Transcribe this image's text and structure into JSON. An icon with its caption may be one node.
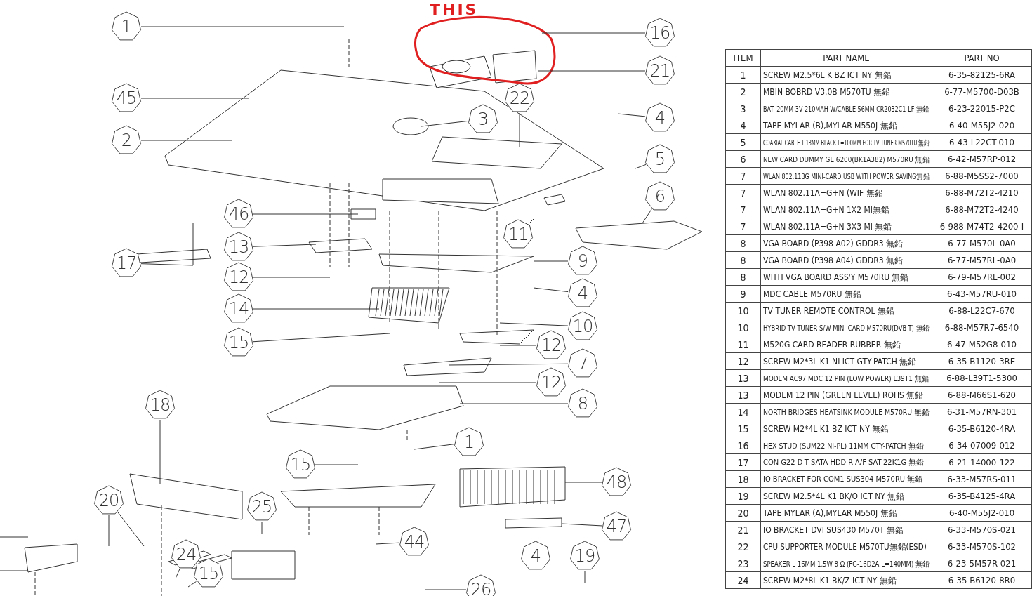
{
  "diagram": {
    "nodes": [
      {
        "text": [
          "1"
        ]
      },
      {
        "text": [
          "16"
        ]
      },
      {
        "text": [
          "21"
        ]
      },
      {
        "text": [
          "45"
        ]
      },
      {
        "text": [
          "22"
        ]
      },
      {
        "text": [
          "3"
        ]
      },
      {
        "text": [
          "4"
        ]
      },
      {
        "text": [
          "2"
        ]
      },
      {
        "text": [
          "5"
        ]
      },
      {
        "text": [
          "6"
        ]
      },
      {
        "text": [
          "46"
        ]
      },
      {
        "text": [
          "11"
        ]
      },
      {
        "text": [
          "13"
        ]
      },
      {
        "text": [
          "17"
        ]
      },
      {
        "text": [
          "9"
        ]
      },
      {
        "text": [
          "12"
        ]
      },
      {
        "text": [
          "4"
        ]
      },
      {
        "text": [
          "14"
        ]
      },
      {
        "text": [
          "10"
        ]
      },
      {
        "text": [
          "15"
        ]
      },
      {
        "text": [
          "12"
        ]
      },
      {
        "text": [
          "7"
        ]
      },
      {
        "text": [
          "12"
        ]
      },
      {
        "text": [
          "8"
        ]
      },
      {
        "text": [
          "18"
        ]
      },
      {
        "text": [
          "1"
        ]
      },
      {
        "text": [
          "15"
        ]
      },
      {
        "text": [
          "48"
        ]
      },
      {
        "text": [
          "20"
        ]
      },
      {
        "text": [
          "25"
        ]
      },
      {
        "text": [
          "47"
        ]
      },
      {
        "text": [
          "44"
        ]
      },
      {
        "text": [
          "4"
        ]
      },
      {
        "text": [
          "19"
        ]
      },
      {
        "text": [
          "24"
        ]
      },
      {
        "text": [
          "15"
        ]
      },
      {
        "text": [
          "26"
        ]
      }
    ],
    "edges": [
      {
        "from": 0,
        "to": null,
        "arrow": "none"
      },
      {
        "from": 1,
        "to": null,
        "arrow": "none"
      },
      {
        "from": 2,
        "to": null,
        "arrow": "none"
      },
      {
        "from": 3,
        "to": null,
        "arrow": "none"
      },
      {
        "from": 4,
        "to": null,
        "arrow": "none"
      },
      {
        "from": 5,
        "to": null,
        "arrow": "none"
      },
      {
        "from": 6,
        "to": null,
        "arrow": "none"
      },
      {
        "from": 7,
        "to": null,
        "arrow": "none"
      },
      {
        "from": 8,
        "to": null,
        "arrow": "none"
      },
      {
        "from": 9,
        "to": null,
        "arrow": "none"
      },
      {
        "from": 10,
        "to": null,
        "arrow": "none"
      },
      {
        "from": 11,
        "to": null,
        "arrow": "none"
      },
      {
        "from": 12,
        "to": null,
        "arrow": "none"
      },
      {
        "from": 13,
        "to": null,
        "arrow": "none"
      },
      {
        "from": 14,
        "to": null,
        "arrow": "none"
      },
      {
        "from": 15,
        "to": null,
        "arrow": "none"
      },
      {
        "from": 16,
        "to": null,
        "arrow": "none"
      },
      {
        "from": 17,
        "to": null,
        "arrow": "none"
      },
      {
        "from": 18,
        "to": null,
        "arrow": "none"
      },
      {
        "from": 19,
        "to": null,
        "arrow": "none"
      },
      {
        "from": 20,
        "to": null,
        "arrow": "none"
      },
      {
        "from": 21,
        "to": null,
        "arrow": "none"
      },
      {
        "from": 22,
        "to": null,
        "arrow": "none"
      },
      {
        "from": 23,
        "to": null,
        "arrow": "none"
      },
      {
        "from": 24,
        "to": null,
        "arrow": "none"
      },
      {
        "from": 25,
        "to": null,
        "arrow": "none"
      },
      {
        "from": 26,
        "to": null,
        "arrow": "none"
      },
      {
        "from": 27,
        "to": null,
        "arrow": "none"
      },
      {
        "from": 28,
        "to": null,
        "arrow": "none"
      },
      {
        "from": 28,
        "to": null,
        "arrow": "none"
      },
      {
        "from": 29,
        "to": null,
        "arrow": "none"
      },
      {
        "from": 30,
        "to": null,
        "arrow": "none"
      },
      {
        "from": 31,
        "to": null,
        "arrow": "none"
      },
      {
        "from": 33,
        "to": null,
        "arrow": "none"
      },
      {
        "from": 34,
        "to": null,
        "arrow": "none"
      },
      {
        "from": 35,
        "to": null,
        "arrow": "none"
      },
      {
        "from": 36,
        "to": null,
        "arrow": "none"
      }
    ],
    "labels": [
      "THIS",
      "ITEM",
      "PART NAME",
      "PART NO",
      "1",
      "SCREW M2.5*6L K BZ ICT NY 無鉛",
      "6-35-82125-6RA",
      "2",
      "MBIN BOBRD V3.0B M570TU 無鉛",
      "6-77-M5700-D03B",
      "3",
      "BAT. 20MM 3V 210MAH W/CABLE 56MM CR2032C1-LF 無鉛",
      "6-23-22015-P2C",
      "4",
      "TAPE MYLAR (B),MYLAR M550J 無鉛",
      "6-40-M55J2-020",
      "5",
      "COAXIAL CABLE 1.13MM BLACK L=100MM FOR TV TUNER M570TU 無鉛",
      "6-43-L22CT-010",
      "6",
      "NEW CARD DUMMY GE 6200(BK1A382) M570RU 無鉛",
      "6-42-M57RP-012",
      "7",
      "WLAN 802.11BG MINI-CARD USB WITH POWER SAVING無鉛",
      "6-88-M5SS2-7000",
      "7",
      "WLAN 802.11A+G+N (WIF 無鉛",
      "6-88-M72T2-4210",
      "7",
      "WLAN 802.11A+G+N 1X2 MI無鉛",
      "6-88-M72T2-4240",
      "7",
      "WLAN 802.11A+G+N 3X3 MI 無鉛",
      "6-988-M74T2-4200-I",
      "8",
      "VGA BOARD (P398 A02) GDDR3 無鉛",
      "6-77-M570L-0A0",
      "8",
      "VGA BOARD (P398 A04) GDDR3 無鉛",
      "6-77-M57RL-0A0",
      "8",
      "WITH VGA BOARD ASS'Y M570RU 無鉛",
      "6-79-M57RL-002",
      "9",
      "MDC CABLE M570RU 無鉛",
      "6-43-M57RU-010",
      "10",
      "TV TUNER REMOTE CONTROL 無鉛",
      "6-88-L22C7-670",
      "10",
      "HYBRID TV TUNER S/W MINI-CARD M570RU(DVB-T) 無鉛",
      "6-88-M57R7-6540",
      "11",
      "M520G CARD READER RUBBER 無鉛",
      "6-47-M52G8-010",
      "12",
      "SCREW M2*3L K1 NI ICT GTY-PATCH 無鉛",
      "6-35-B1120-3RE",
      "13",
      "MODEM AC97 MDC 12 PIN (LOW POWER) L39T1 無鉛",
      "6-88-L39T1-5300",
      "13",
      "MODEM 12 PIN (GREEN LEVEL) ROHS 無鉛",
      "6-88-M66S1-620",
      "14",
      "NORTH BRIDGES HEATSINK MODULE M570RU 無鉛",
      "6-31-M57RN-301",
      "15",
      "SCREW M2*4L K1 BZ ICT NY 無鉛",
      "6-35-B6120-4RA",
      "16",
      "HEX STUD (SUM22 NI-PL) 11MM GTY-PATCH 無鉛",
      "6-34-07009-012",
      "17",
      "CON G22 D-T SATA HDD R-A/F SAT-22K1G 無鉛",
      "6-21-14000-122",
      "18",
      "IO BRACKET FOR COM1 SUS304 M570RU 無鉛",
      "6-33-M57RS-011",
      "19",
      "SCREW M2.5*4L K1 BK/O ICT NY 無鉛",
      "6-35-B4125-4RA",
      "20",
      "TAPE MYLAR (A),MYLAR M550J 無鉛",
      "6-40-M55J2-010",
      "21",
      "IO BRACKET DVI SUS430 M570T 無鉛",
      "6-33-M570S-021",
      "22",
      "CPU SUPPORTER MODULE M570TU無鉛(ESD)",
      "6-33-M570S-102",
      "23",
      "SPEAKER L 16MM 1.5W 8 Ω (FG-16D2A L=140MM) 無鉛",
      "6-23-5M57R-021",
      "24",
      "SCREW M2*8L K1 BK/Z ICT NY 無鉛",
      "6-35-B6120-8R0"
    ]
  }
}
